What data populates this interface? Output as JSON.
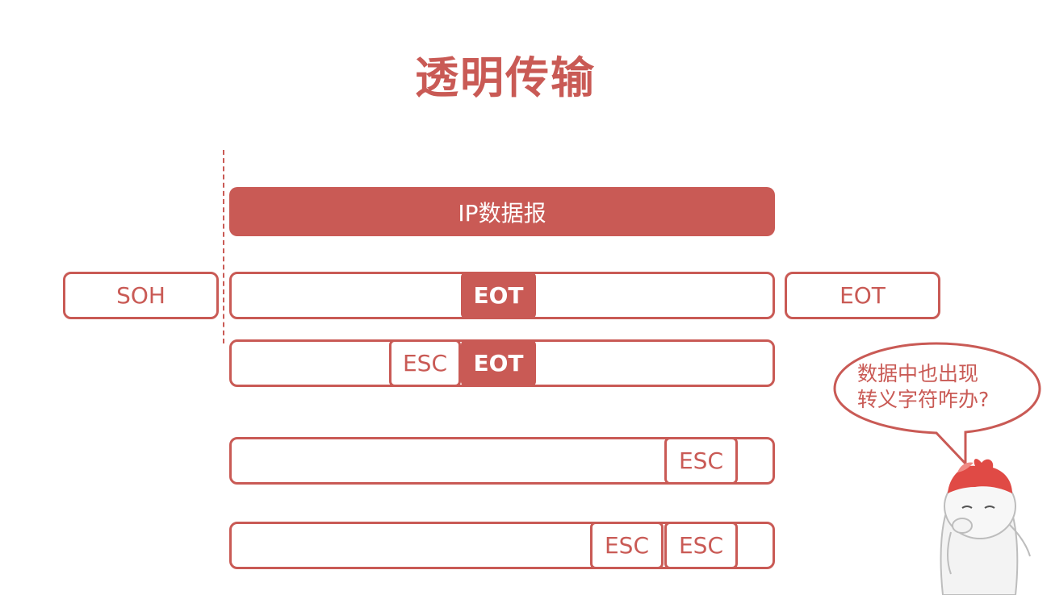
{
  "title": "透明传输",
  "ip_datagram_label": "IP数据报",
  "frame_start_label": "SOH",
  "frame_end_label": "EOT",
  "rows": [
    {
      "cells": [
        {
          "text": "EOT",
          "style": "filled"
        }
      ]
    },
    {
      "cells": [
        {
          "text": "ESC",
          "style": "outline"
        },
        {
          "text": "EOT",
          "style": "filled"
        }
      ]
    },
    {
      "cells": [
        {
          "text": "ESC",
          "style": "outline"
        }
      ]
    },
    {
      "cells": [
        {
          "text": "ESC",
          "style": "outline"
        },
        {
          "text": "ESC",
          "style": "outline"
        }
      ]
    }
  ],
  "speech_bubble": {
    "line1": "数据中也出现",
    "line2": "转义字符咋办?"
  },
  "colors": {
    "accent": "#c95a55",
    "background": "#ffffff"
  },
  "icons": {
    "mascot": "confused-mascot-icon"
  }
}
